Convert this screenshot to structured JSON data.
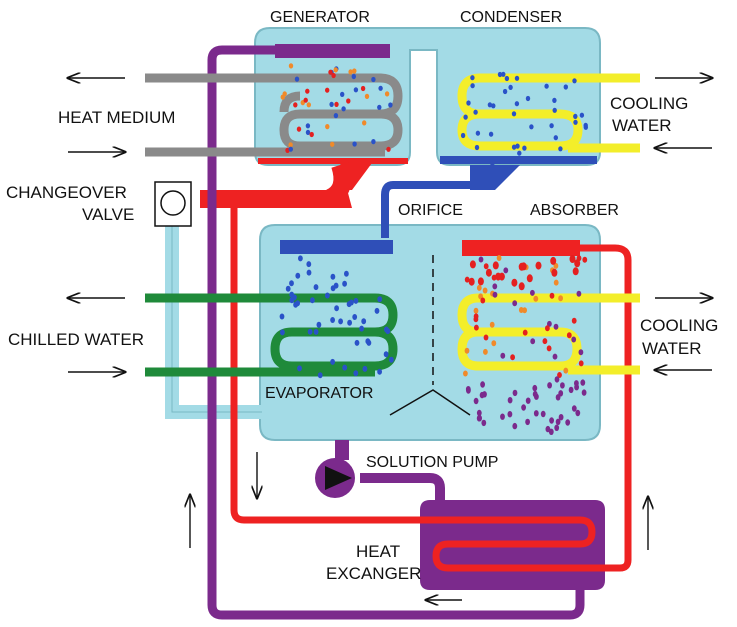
{
  "labels": {
    "generator": "GENERATOR",
    "condenser": "CONDENSER",
    "heat_medium": "HEAT MEDIUM",
    "cooling_water_top_1": "COOLING",
    "cooling_water_top_2": "WATER",
    "changeover_1": "CHANGEOVER",
    "changeover_2": "VALVE",
    "orifice": "ORIFICE",
    "absorber": "ABSORBER",
    "chilled_water": "CHILLED WATER",
    "cooling_water_bot_1": "COOLING",
    "cooling_water_bot_2": "WATER",
    "evaporator": "EVAPORATOR",
    "solution_pump": "SOLUTION PUMP",
    "heat_exchanger_1": "HEAT",
    "heat_exchanger_2": "EXCANGER"
  },
  "colors": {
    "vessel": "#a3dbe6",
    "vessel_stroke": "#7ab8c4",
    "purple": "#7b2a8c",
    "red": "#ee2222",
    "gray": "#8a8a8a",
    "yellow": "#f3ee2a",
    "green": "#1f8a3a",
    "blue": "#2f4fb8",
    "dot_blue": "#2a52c8",
    "dot_orange": "#f08a2a",
    "dot_red": "#e42020",
    "dot_purple": "#7b2a8c"
  }
}
